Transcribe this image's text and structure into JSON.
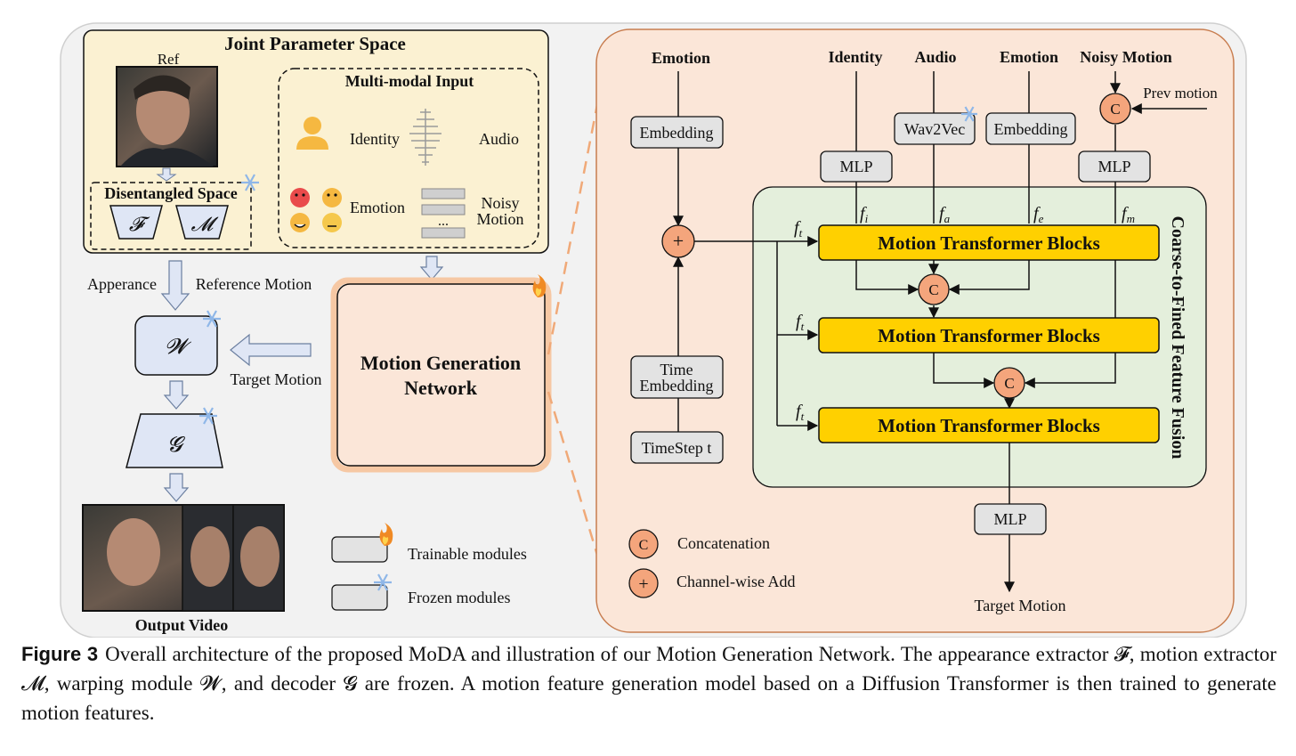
{
  "left": {
    "joint_title": "Joint Parameter Space",
    "ref_label": "Ref",
    "disentangled_label": "Disentangled Space",
    "f_symbol": "𝓕",
    "m_symbol": "𝓜",
    "multimodal_title": "Multi-modal Input",
    "identity": "Identity",
    "audio": "Audio",
    "emotion": "Emotion",
    "noisy": "Noisy",
    "motion": "Motion",
    "ellipsis": "...",
    "appearance": "Apperance",
    "reference_motion": "Reference Motion",
    "w_symbol": "𝓦",
    "g_symbol": "𝓖",
    "target_motion": "Target Motion",
    "mgn_line1": "Motion Generation",
    "mgn_line2": "Network",
    "output_video": "Output Video",
    "trainable": "Trainable modules",
    "frozen": "Frozen modules"
  },
  "right": {
    "emotion_top_left": "Emotion",
    "identity": "Identity",
    "audio": "Audio",
    "emotion": "Emotion",
    "noisy_motion": "Noisy Motion",
    "prev_motion": "Prev motion",
    "embedding": "Embedding",
    "wav2vec": "Wav2Vec",
    "mlp": "MLP",
    "time_line1": "Time",
    "time_line2": "Embedding",
    "timestep": "TimeStep t",
    "block1": "Motion Transformer Blocks",
    "block2": "Motion Transformer Blocks",
    "block3": "Motion Transformer Blocks",
    "fusion_label": "Coarse-to-Fined Feature Fusion",
    "fi": "fi",
    "fa": "fa",
    "fe": "fe",
    "fm": "fm",
    "ft": "ft",
    "concat_symbol": "C",
    "add_symbol": "+",
    "legend_concat": "Concatenation",
    "legend_add": "Channel-wise Add",
    "target_motion": "Target Motion"
  },
  "caption": {
    "label": "Figure 3",
    "text": "Overall architecture of the proposed MoDA and illustration of our Motion Generation Network. The appearance extractor 𝓕, motion extractor 𝓜, warping module 𝓦, and decoder 𝓖 are frozen. A motion feature generation model based on a Diffusion Transformer is then trained to generate motion features."
  },
  "colors": {
    "panel_bg": "#f2f2f2",
    "joint_bg": "#fbf1d2",
    "right_bg": "#fbe6d8",
    "fusion_bg": "#e4efdc",
    "block_fill": "#ffd000",
    "node_fill": "#f4a57c",
    "module_fill": "#dfe6f5",
    "gray_box": "#e3e3e3",
    "dash_orange": "#f0a978"
  }
}
